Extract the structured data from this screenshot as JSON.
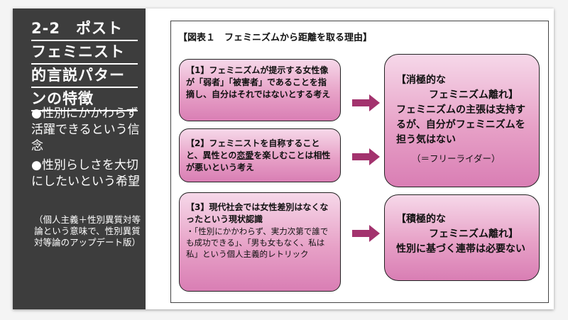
{
  "sidebar": {
    "title_lines": [
      "2-2　ポスト",
      "フェミニスト",
      "的言説パター",
      "ンの特徴"
    ],
    "bullets": [
      "●性別にかかわらず活躍できるという信念",
      "●性別らしさを大切にしたいという希望"
    ],
    "note": "（個人主義＋性別異質対等論という意味で、性別異質対等論のアップデート版）"
  },
  "figure": {
    "title": "【図表１　フェミニズムから距離を取る理由】",
    "box1": "【1】フェミニズムが提示する女性像が「弱者」「被害者」であることを指摘し、自分はそれではないとする考え",
    "box2": {
      "before": "【2】フェミニストを自称することと、異性との",
      "underlined": "恋愛",
      "after": "を楽しむことは相性が悪いという考え"
    },
    "box3": {
      "main": "【3】現代社会では女性差別はなくなったという現状認識",
      "sub": "・「性別にかかわらず、実力次第で誰でも成功できる」、「男も女もなく、私は私」という個人主義的レトリック"
    },
    "negative": {
      "line1": "【消極的な",
      "line2": "フェミニズム離れ】",
      "body": "フェミニズムの主張は支持するが、自分がフェミニズムを担う気はない",
      "note": "（＝フリーライダー）"
    },
    "positive": {
      "line1": "【積極的な",
      "line2": "フェミニズム離れ】",
      "body": "性別に基づく連帯は必要ない"
    },
    "arrow_color": "#a3336e"
  }
}
